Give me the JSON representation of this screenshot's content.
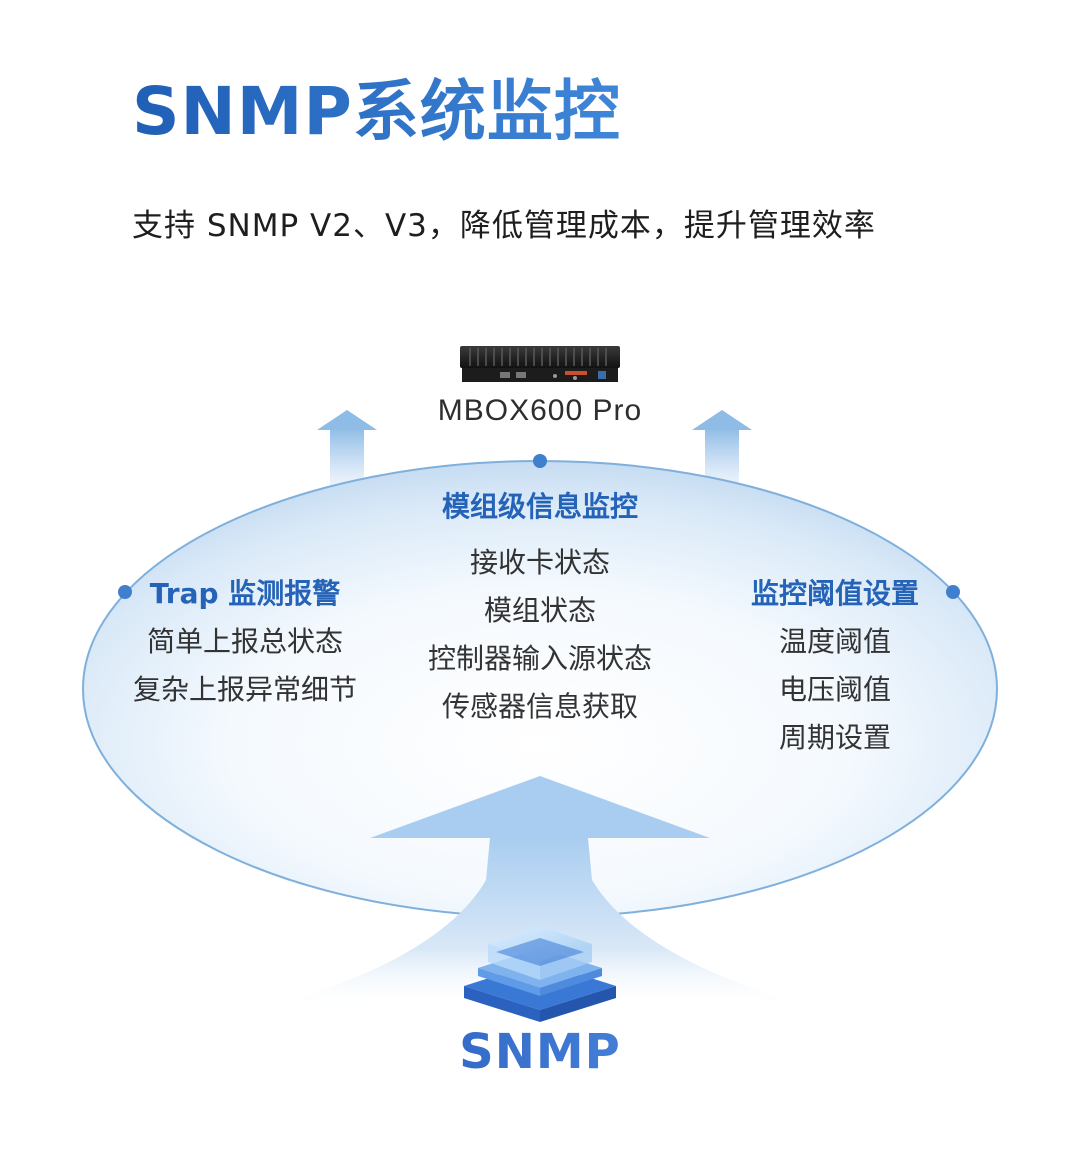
{
  "header": {
    "title": "SNMP系统监控",
    "subtitle": "支持 SNMP V2、V3，降低管理成本，提升管理效率"
  },
  "device": {
    "label": "MBOX600 Pro",
    "icon": "server-device-icon"
  },
  "columns": {
    "left": {
      "heading": "Trap 监测报警",
      "items": [
        "简单上报总状态",
        "复杂上报异常细节"
      ]
    },
    "center": {
      "heading": "模组级信息监控",
      "items": [
        "接收卡状态",
        "模组状态",
        "控制器输入源状态",
        "传感器信息获取"
      ]
    },
    "right": {
      "heading": "监控阈值设置",
      "items": [
        "温度阈值",
        "电压阈值",
        "周期设置"
      ]
    }
  },
  "footer": {
    "label": "SNMP",
    "icon": "stacked-layers-icon"
  },
  "colors": {
    "accent": "#2463b8",
    "ellipse_stroke": "#7fb0dc",
    "node_dot": "#3f7fcb",
    "arrow_light": "#bcd7f2"
  }
}
